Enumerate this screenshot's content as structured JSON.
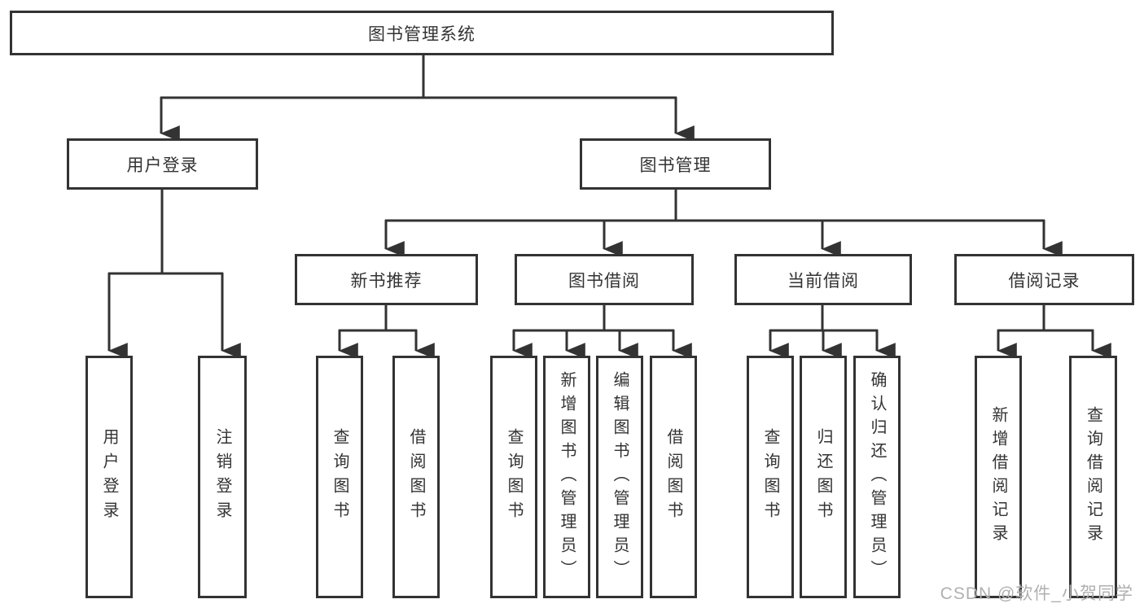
{
  "title": "图书管理系统",
  "watermark": "CSDN @软件_小贺同学",
  "colors": {
    "line": "#333333",
    "text": "#333333",
    "box_background": "#ffffff",
    "watermark": "#b0b0b0"
  },
  "tree": {
    "label": "图书管理系统",
    "children": [
      {
        "label": "用户登录",
        "children": [
          {
            "label": "用户登录"
          },
          {
            "label": "注销登录"
          }
        ]
      },
      {
        "label": "图书管理",
        "children": [
          {
            "label": "新书推荐",
            "children": [
              {
                "label": "查询图书"
              },
              {
                "label": "借阅图书"
              }
            ]
          },
          {
            "label": "图书借阅",
            "children": [
              {
                "label": "查询图书"
              },
              {
                "label": "新增图书（管理员）"
              },
              {
                "label": "编辑图书（管理员）"
              },
              {
                "label": "借阅图书"
              }
            ]
          },
          {
            "label": "当前借阅",
            "children": [
              {
                "label": "查询图书"
              },
              {
                "label": "归还图书"
              },
              {
                "label": "确认归还（管理员）"
              }
            ]
          },
          {
            "label": "借阅记录",
            "children": [
              {
                "label": "新增借阅记录"
              },
              {
                "label": "查询借阅记录"
              }
            ]
          }
        ]
      }
    ]
  }
}
